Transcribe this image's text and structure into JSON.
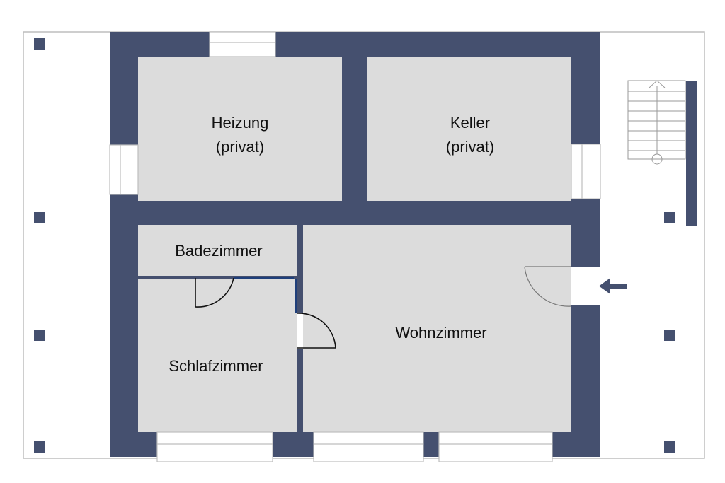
{
  "colors": {
    "wall": "#45506f",
    "room_fill": "#dcdcdc",
    "background": "#ffffff",
    "outline": "#bdbdbd",
    "door_line": "#111111",
    "accent_blue": "#1f3f7a"
  },
  "rooms": {
    "heizung": {
      "line1": "Heizung",
      "line2": "(privat)"
    },
    "keller": {
      "line1": "Keller",
      "line2": "(privat)"
    },
    "badezimmer": {
      "label": "Badezimmer"
    },
    "schlafzimmer": {
      "label": "Schlafzimmer"
    },
    "wohnzimmer": {
      "label": "Wohnzimmer"
    }
  },
  "icons": {
    "entrance": "entrance-arrow-icon",
    "stairs": "staircase-icon"
  }
}
